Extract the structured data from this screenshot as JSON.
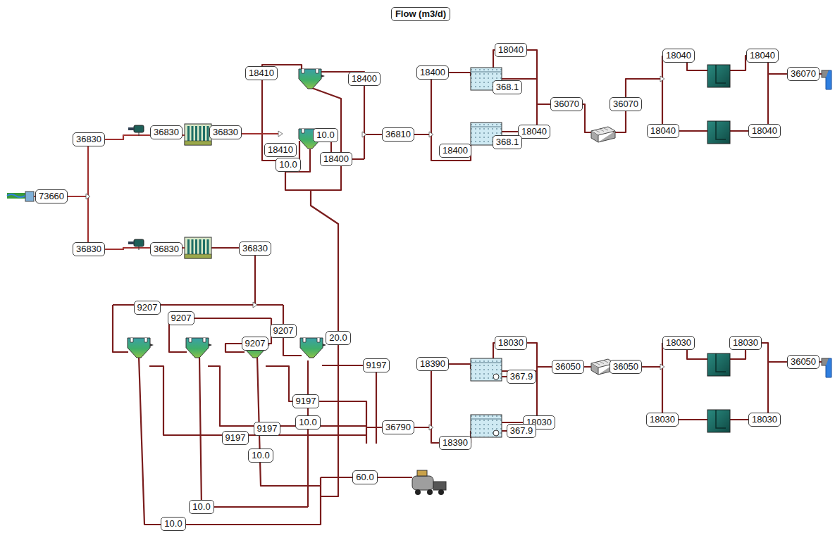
{
  "diagram": {
    "title": "Flow (m3/d)",
    "nodes": [
      {
        "text": [
          "73660"
        ]
      },
      {
        "text": [
          "36830"
        ]
      },
      {
        "text": [
          "36830"
        ]
      },
      {
        "text": [
          "36830"
        ]
      },
      {
        "text": [
          "36830"
        ]
      },
      {
        "text": [
          "36830"
        ]
      },
      {
        "text": [
          "36830"
        ]
      },
      {
        "text": [
          "18410"
        ]
      },
      {
        "text": [
          "18400"
        ]
      },
      {
        "text": [
          "10.0"
        ]
      },
      {
        "text": [
          "18410"
        ]
      },
      {
        "text": [
          "10.0"
        ]
      },
      {
        "text": [
          "18400"
        ]
      },
      {
        "text": [
          "36810"
        ]
      },
      {
        "text": [
          "18400"
        ]
      },
      {
        "text": [
          "18040"
        ]
      },
      {
        "text": [
          "368.1"
        ]
      },
      {
        "text": [
          "36070"
        ]
      },
      {
        "text": [
          "36070"
        ]
      },
      {
        "text": [
          "18040"
        ]
      },
      {
        "text": [
          "18400"
        ]
      },
      {
        "text": [
          "368.1"
        ]
      },
      {
        "text": [
          "18040"
        ]
      },
      {
        "text": [
          "18040"
        ]
      },
      {
        "text": [
          "36070"
        ]
      },
      {
        "text": [
          "18040"
        ]
      },
      {
        "text": [
          "18040"
        ]
      },
      {
        "text": [
          "9207"
        ]
      },
      {
        "text": [
          "9207"
        ]
      },
      {
        "text": [
          "9207"
        ]
      },
      {
        "text": [
          "9207"
        ]
      },
      {
        "text": [
          "9197"
        ]
      },
      {
        "text": [
          "20.0"
        ]
      },
      {
        "text": [
          "18390"
        ]
      },
      {
        "text": [
          "18030"
        ]
      },
      {
        "text": [
          "367.9"
        ]
      },
      {
        "text": [
          "36050"
        ]
      },
      {
        "text": [
          "36050"
        ]
      },
      {
        "text": [
          "18030"
        ]
      },
      {
        "text": [
          "18030"
        ]
      },
      {
        "text": [
          "36050"
        ]
      },
      {
        "text": [
          "9197"
        ]
      },
      {
        "text": [
          "10.0"
        ]
      },
      {
        "text": [
          "36790"
        ]
      },
      {
        "text": [
          "18030"
        ]
      },
      {
        "text": [
          "367.9"
        ]
      },
      {
        "text": [
          "18390"
        ]
      },
      {
        "text": [
          "9197"
        ]
      },
      {
        "text": [
          "9197"
        ]
      },
      {
        "text": [
          "10.0"
        ]
      },
      {
        "text": [
          "60.0"
        ]
      },
      {
        "text": [
          "18030"
        ]
      },
      {
        "text": [
          "18030"
        ]
      },
      {
        "text": [
          "10.0"
        ]
      },
      {
        "text": [
          "10.0"
        ]
      }
    ]
  }
}
